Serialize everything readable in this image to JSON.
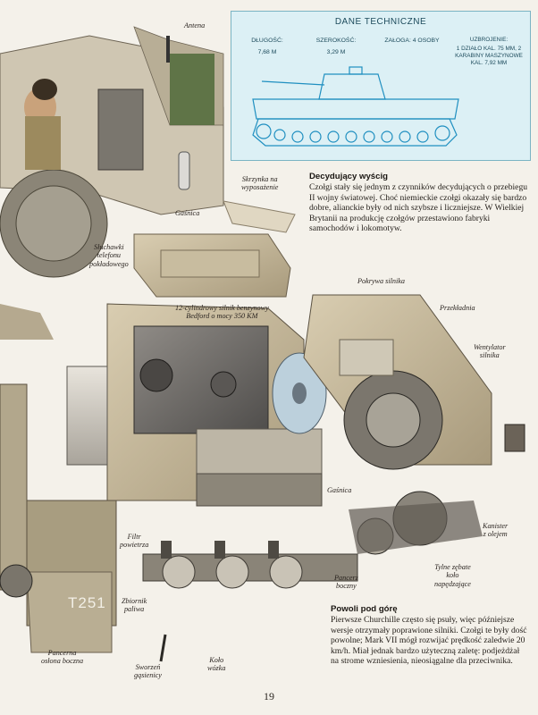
{
  "specs": {
    "title": "DANE TECHNICZNE",
    "length_label": "DŁUGOŚĆ:",
    "length_value": "7,68 M",
    "width_label": "SZEROKOŚĆ:",
    "width_value": "3,29 M",
    "crew_label": "ZAŁOGA: 4 OSOBY",
    "armament_label": "UZBROJENIE:",
    "armament_value": "1 DZIAŁO KAL. 75 MM, 2 KARABINY MASZYNOWE KAL. 7,92 MM"
  },
  "articles": {
    "race": {
      "title": "Decydujący wyścig",
      "body": "Czołgi stały się jednym z czynników decydujących o przebiegu II wojny światowej. Choć niemieckie czołgi okazały się bardzo dobre, alianckie były od nich szybsze i liczniejsze. W Wielkiej Brytanii na produkcję czołgów przestawiono fabryki samochodów i lokomotyw."
    },
    "uphill": {
      "title": "Powoli pod górę",
      "body": "Pierwsze Churchille często się psuły, więc późniejsze wersje otrzymały poprawione silniki. Czołgi te były dość powolne; Mark VII mógł rozwijać prędkość zaledwie 20 km/h. Miał jednak bardzo użyteczną zaletę: podjeżdżał na strome wzniesienia, nieosiągalne dla przeciwnika."
    }
  },
  "callouts": {
    "antenna": "Antena",
    "stowage_box": "Skrzynka na\nwyposażenie",
    "extinguisher_top": "Gaśnica",
    "headphones": "Słuchawki\ntelefonu\npokładowego",
    "engine_cover": "Pokrywa silnika",
    "engine": "12-cylindrowy silnik benzynowy\nBedford o mocy 350 KM",
    "gearbox": "Przekładnia",
    "engine_fan": "Wentylator\nsilnika",
    "extinguisher_mid": "Gaśnica",
    "oil_canister": "Kanister\nz olejem",
    "air_filter": "Filtr\npowietrza",
    "side_armor": "Pancerz\nboczny",
    "rear_sprocket": "Tylne zębate\nkoło\nnapędzające",
    "fuel_tank": "Zbiornik\npaliwa",
    "side_skirt": "Pancerna\nosłona boczna",
    "track_pin": "Sworzeń\ngąsienicy",
    "road_wheel": "Koło\nwózka"
  },
  "hull_marking": "T251",
  "page_number": "19"
}
